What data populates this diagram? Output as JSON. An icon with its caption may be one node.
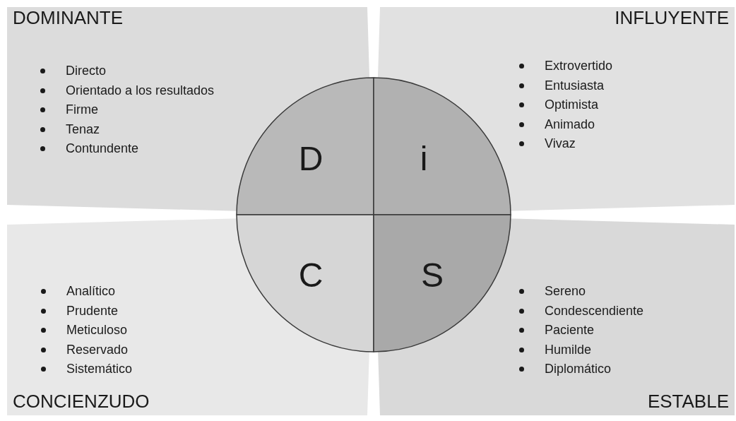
{
  "diagram": {
    "nodes": [
      {
        "text": [
          "DOMINANTE",
          "Directo",
          "Orientado a los resultados",
          "Firme",
          "Tenaz",
          "Contundente"
        ]
      },
      {
        "text": [
          "INFLUYENTE",
          "Extrovertido",
          "Entusiasta",
          "Optimista",
          "Animado",
          "Vivaz"
        ]
      },
      {
        "text": [
          "CONCIENZUDO",
          "Analítico",
          "Prudente",
          "Meticuloso",
          "Reservado",
          "Sistemático"
        ]
      },
      {
        "text": [
          "ESTABLE",
          "Sereno",
          "Condescendiente",
          "Paciente",
          "Humilde",
          "Diplomático"
        ]
      },
      {
        "text": [
          "D"
        ],
        "in": 0
      },
      {
        "text": [
          "i"
        ],
        "in": 1
      },
      {
        "text": [
          "C"
        ],
        "in": 2
      },
      {
        "text": [
          "S"
        ],
        "in": 3
      }
    ]
  }
}
